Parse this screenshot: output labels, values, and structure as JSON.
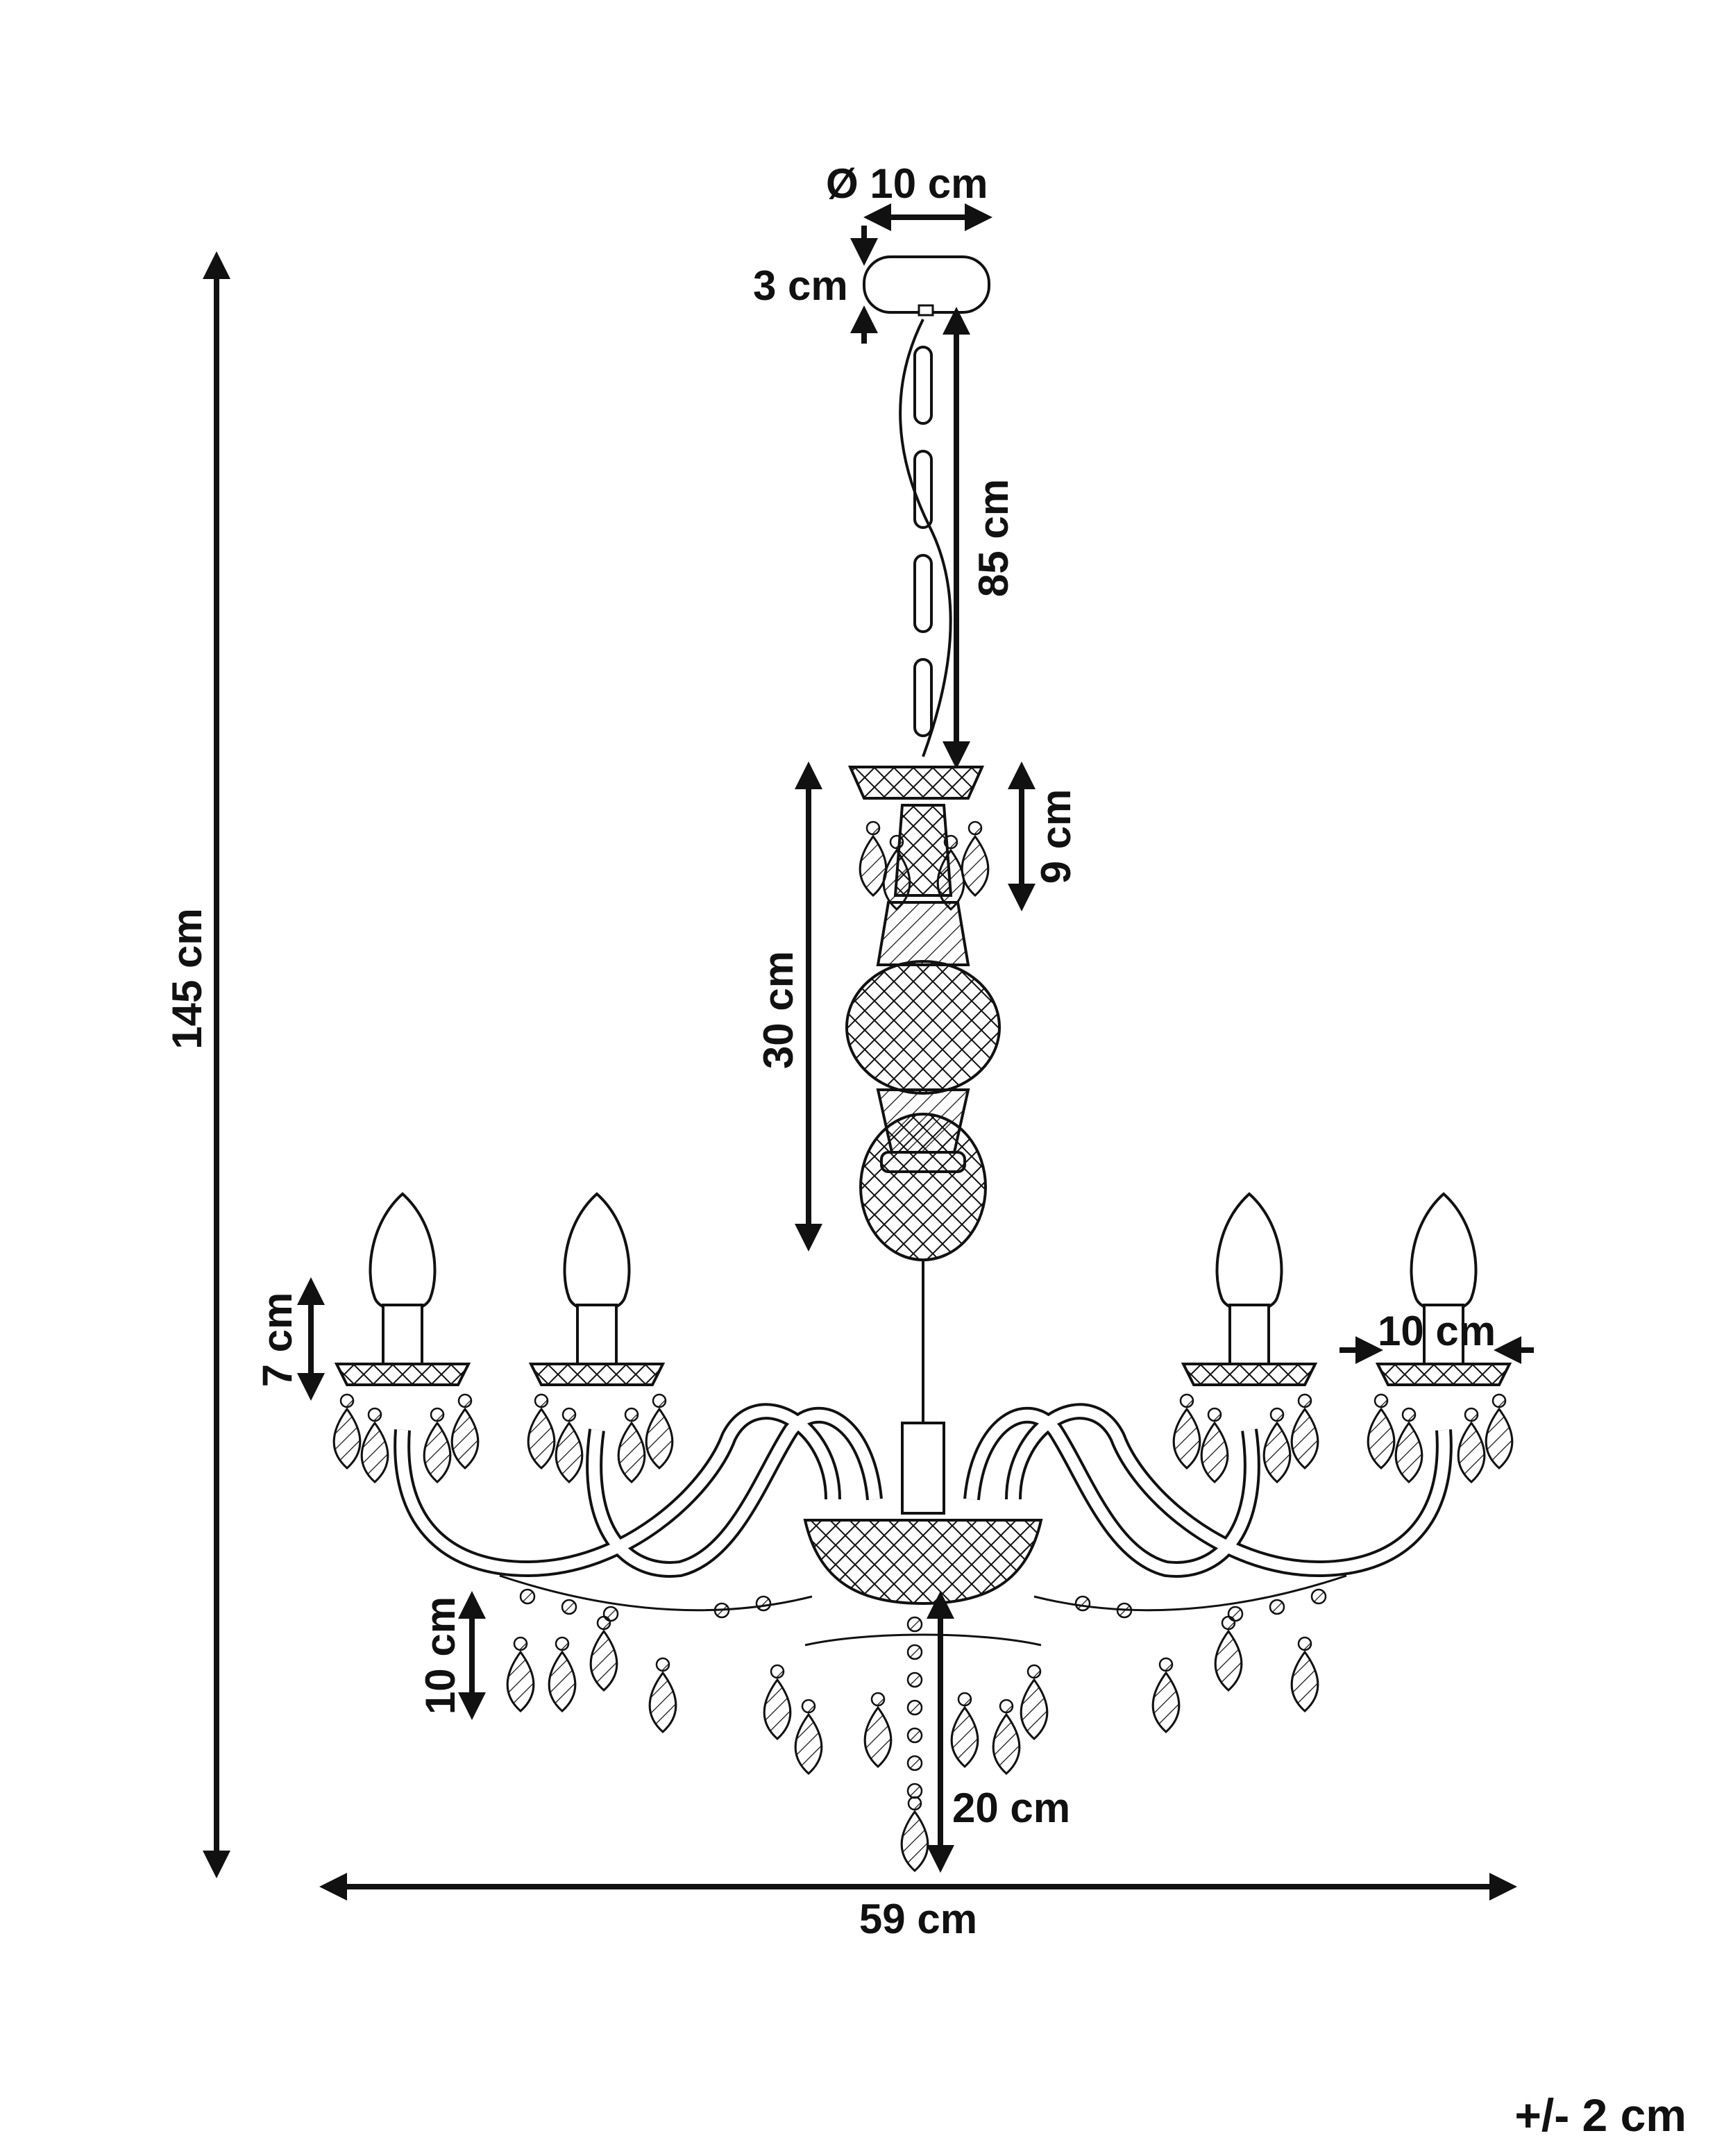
{
  "dimensions": {
    "ceiling_diameter": "Ø 10 cm",
    "canopy_height": "3 cm",
    "chain_length": "85 cm",
    "column_height": "30 cm",
    "crown_height": "9 cm",
    "total_height": "145 cm",
    "candle_height": "7 cm",
    "cup_width": "10 cm",
    "drop_length": "10 cm",
    "center_drop": "20 cm",
    "total_width": "59 cm"
  },
  "tolerance": "+/- 2 cm",
  "colors": {
    "line": "#111111",
    "background": "#ffffff"
  }
}
